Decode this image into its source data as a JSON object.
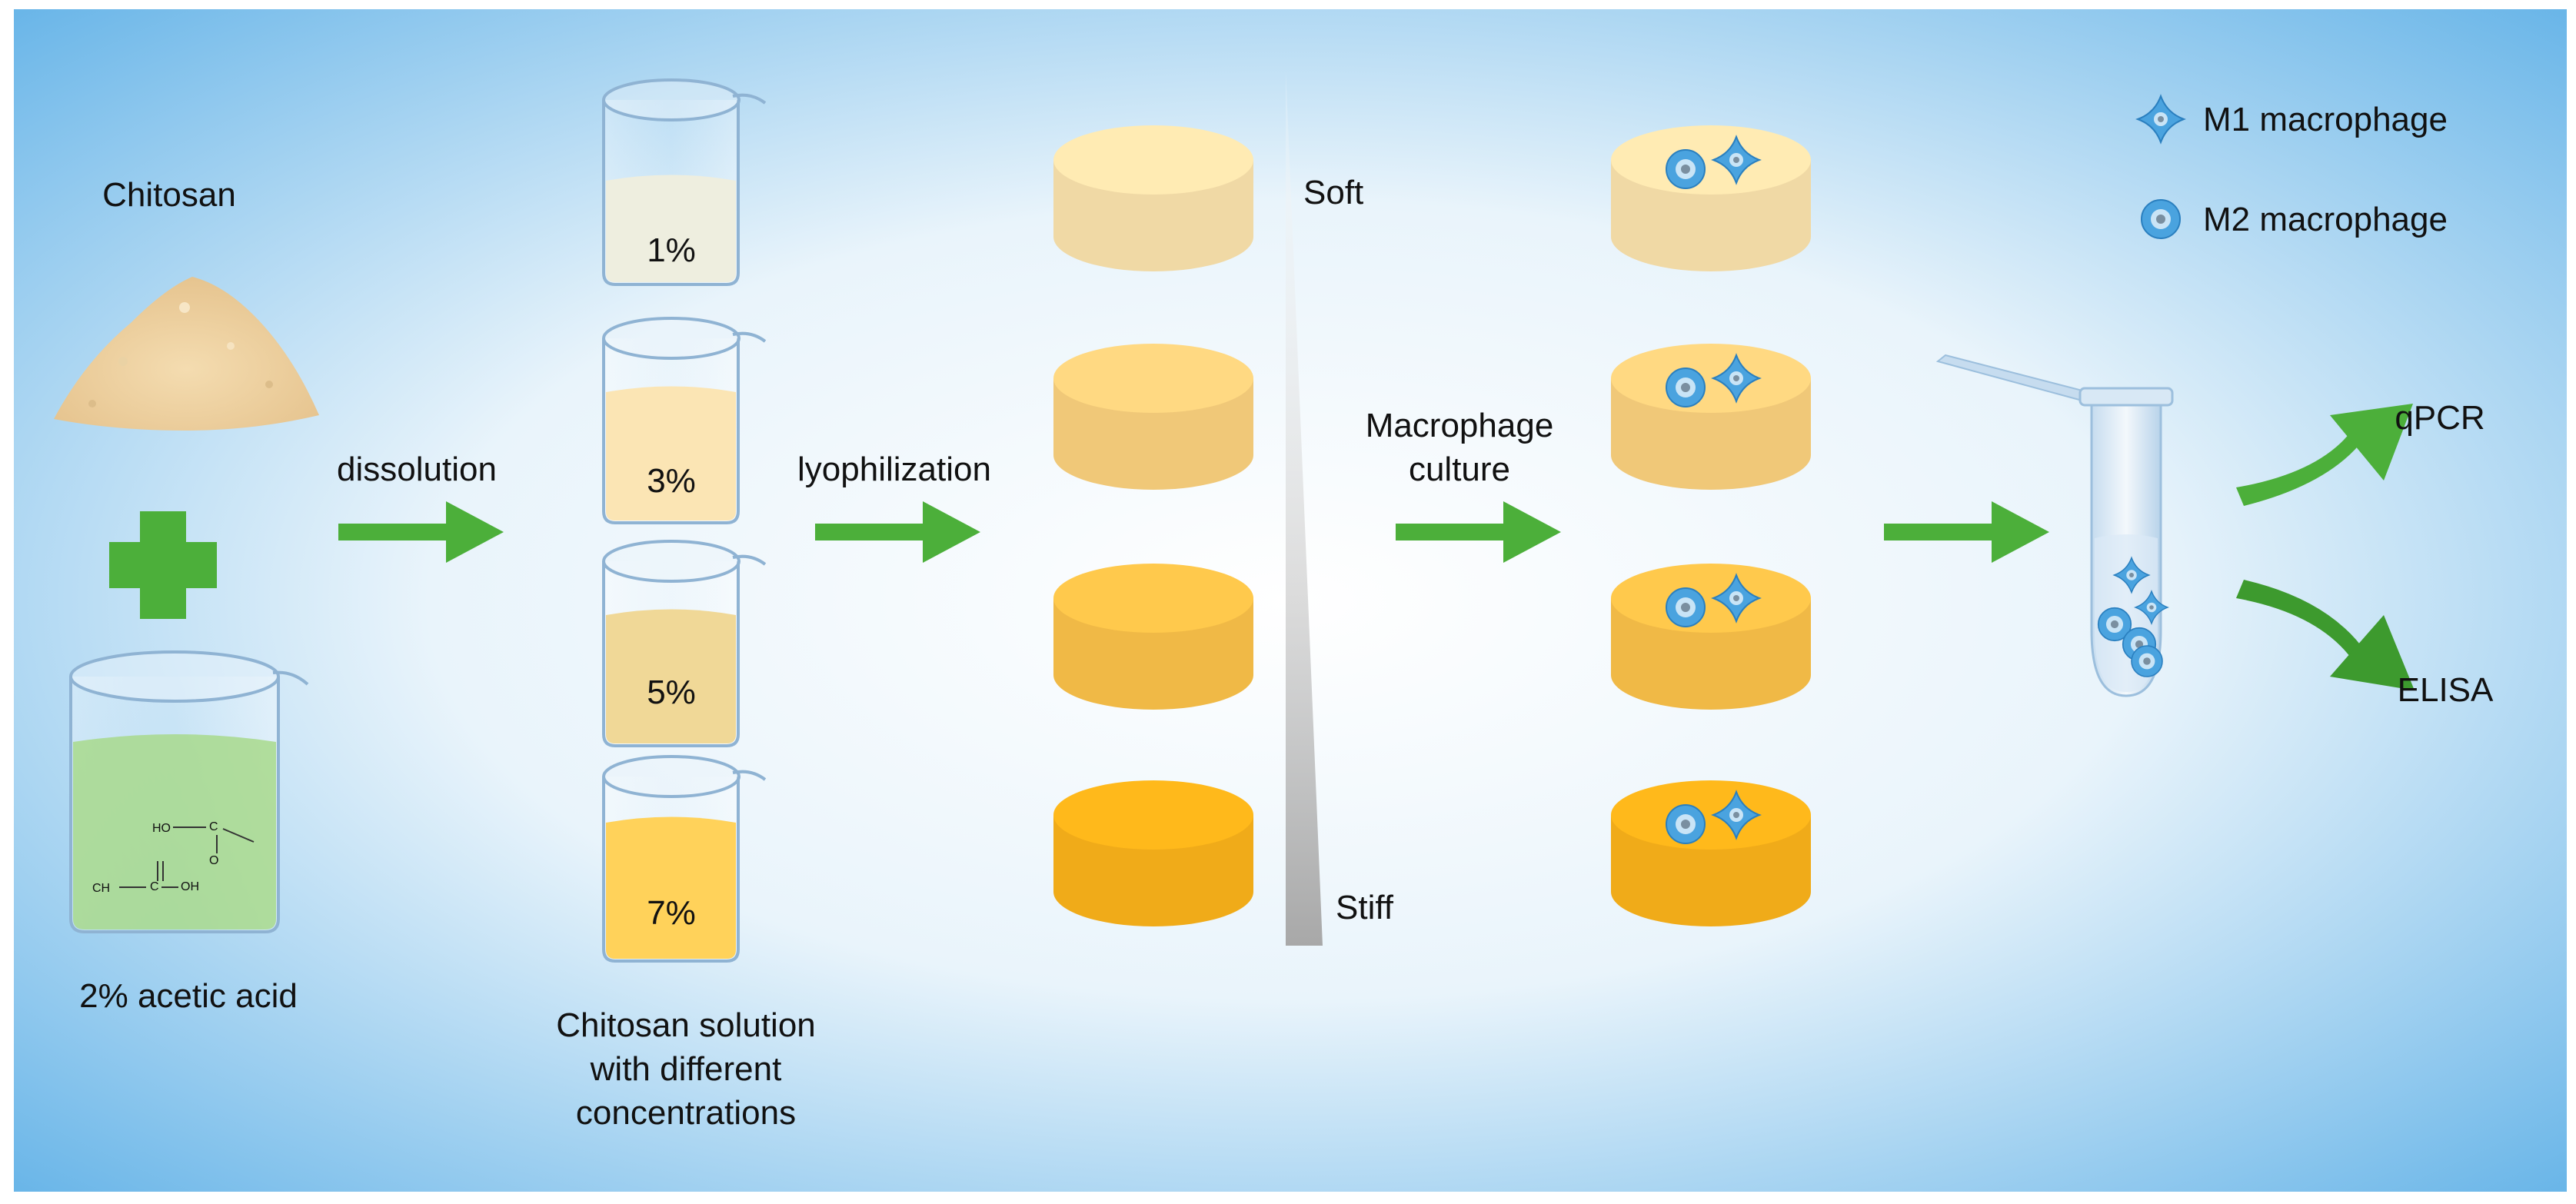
{
  "labels": {
    "chitosan": "Chitosan",
    "acetic_acid": "2% acetic acid",
    "dissolution": "dissolution",
    "lyophilization": "lyophilization",
    "macrophage_culture": [
      "Macrophage",
      "culture"
    ],
    "solution_caption": [
      "Chitosan solution",
      "with different",
      "concentrations"
    ],
    "soft": "Soft",
    "stiff": "Stiff",
    "qpcr": "qPCR",
    "elisa": "ELISA"
  },
  "legend": {
    "m1": "M1 macrophage",
    "m2": "M2 macrophage"
  },
  "concentrations": [
    {
      "label": "1%",
      "color": "#eeeedf"
    },
    {
      "label": "3%",
      "color": "#fbe5b4"
    },
    {
      "label": "5%",
      "color": "#f0d897"
    },
    {
      "label": "7%",
      "color": "#ffd25a"
    }
  ],
  "scaffold_colors": [
    "#fde4ae",
    "#fdd37e",
    "#fdc34a",
    "#fdb41a"
  ],
  "colors": {
    "arrow_green": "#4caf3a",
    "background_light": "#ffffff",
    "background_blue": "#5aaee6",
    "cell_blue": "#4aa3df"
  },
  "chemical_formula": {
    "atoms": [
      "HO",
      "C",
      "O",
      "CH",
      "C",
      "OH"
    ]
  }
}
